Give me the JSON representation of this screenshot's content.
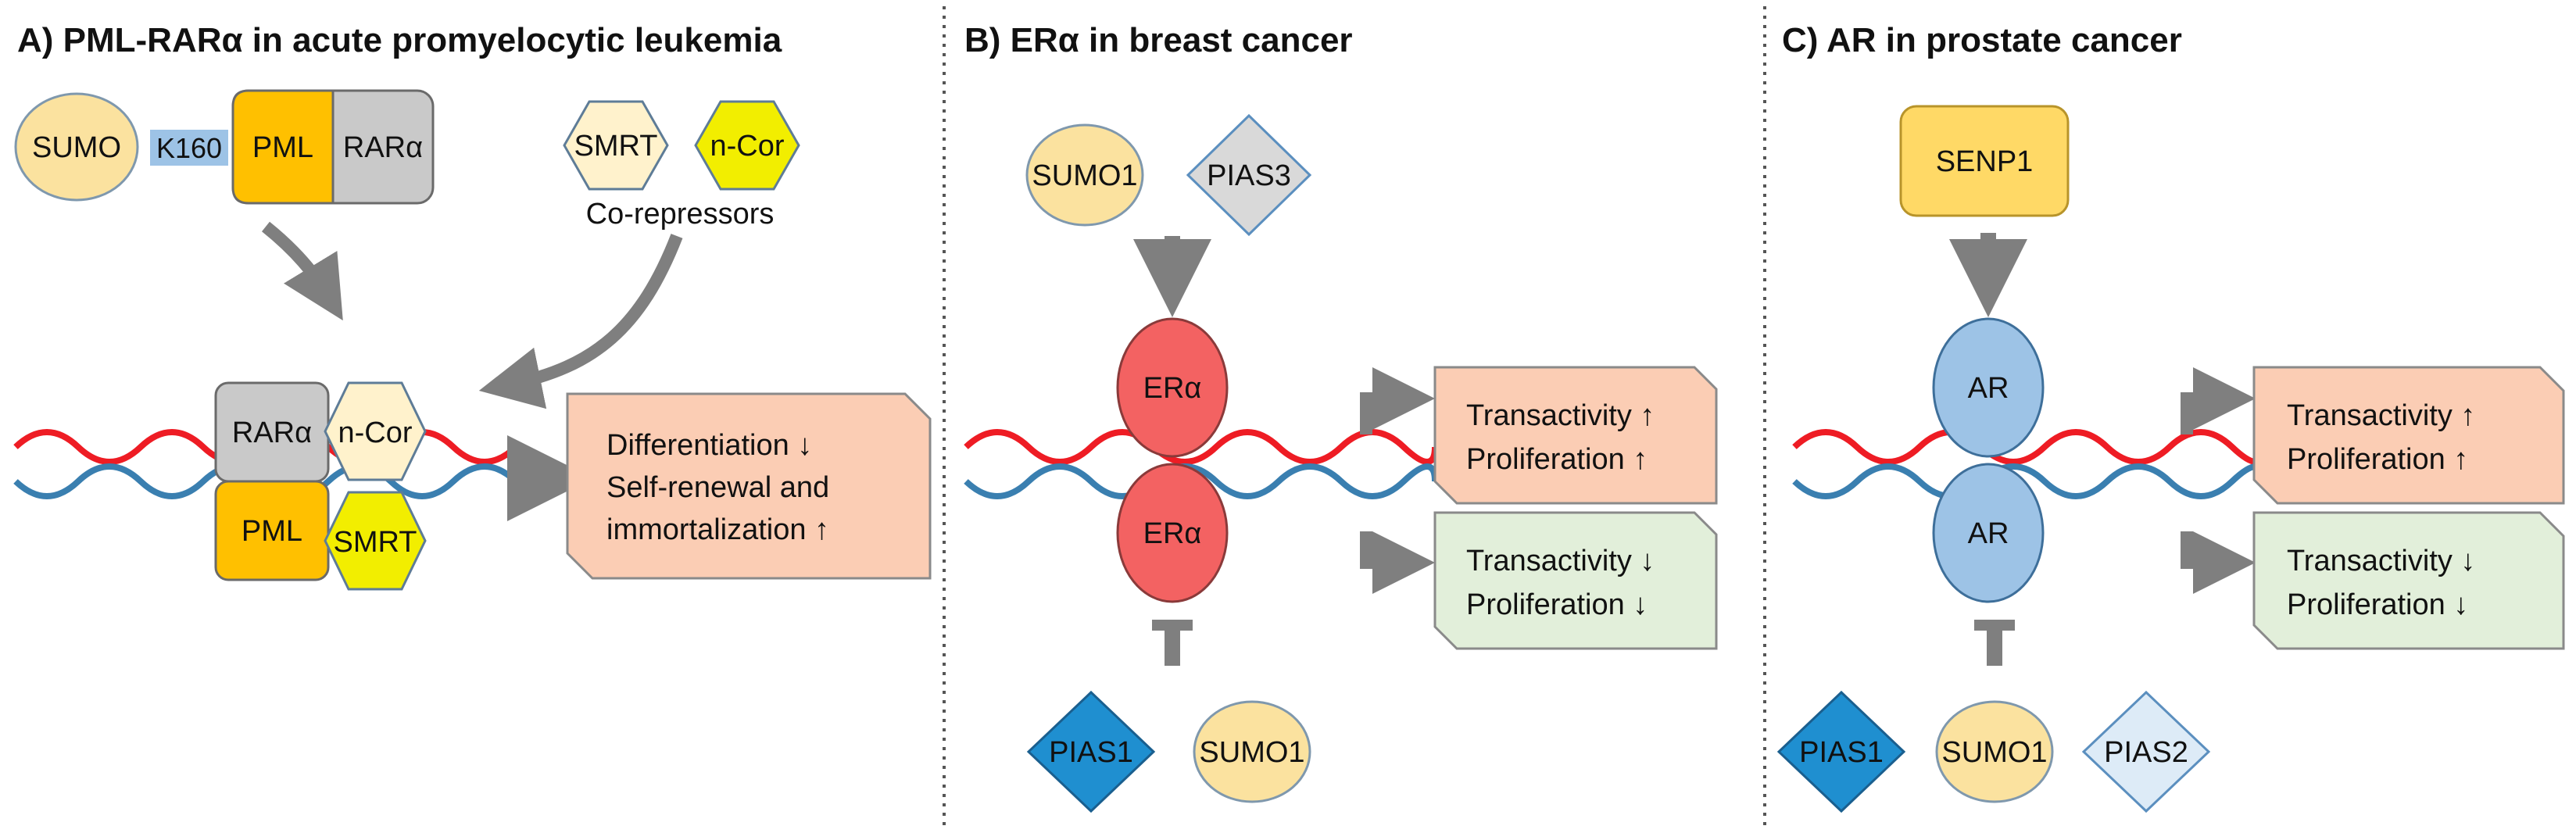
{
  "colors": {
    "sumo": "#fbe29f",
    "pml": "#ffc000",
    "rar": "#c9c9c9",
    "k160": "#9dc3e6",
    "smrt_light": "#fff2cc",
    "ncor_yellow": "#f2ee00",
    "er": "#f36262",
    "ar": "#9dc3e6",
    "senp1": "#ffd966",
    "pias_dark": "#1f8fd0",
    "pias_light": "#ddebf7",
    "pias_gray": "#d9d9d9",
    "up_box": "#fbcdb4",
    "down_box": "#e2efda",
    "dna_red": "#ee1c24",
    "dna_blue": "#3a7fb0",
    "arrow": "#7f7f7f"
  },
  "panel_a": {
    "title": "A) PML-RARα in acute promyelocytic leukemia",
    "sumo": "SUMO",
    "k160": "K160",
    "pml": "PML",
    "rar": "RARα",
    "smrt": "SMRT",
    "ncor": "n-Cor",
    "corepressors": "Co-repressors",
    "complex_rar": "RARα",
    "complex_ncor": "n-Cor",
    "complex_pml": "PML",
    "complex_smrt": "SMRT",
    "outcome_lines": [
      "Differentiation ↓",
      "Self-renewal and",
      "immortalization ↑"
    ]
  },
  "panel_b": {
    "title": "B) ERα in breast cancer",
    "sumo1_top": "SUMO1",
    "pias3": "PIAS3",
    "er_top": "ERα",
    "er_bottom": "ERα",
    "pias1": "PIAS1",
    "sumo1_bottom": "SUMO1",
    "up_lines": [
      "Transactivity ↑",
      "Proliferation ↑"
    ],
    "down_lines": [
      "Transactivity ↓",
      "Proliferation ↓"
    ]
  },
  "panel_c": {
    "title": "C) AR in prostate cancer",
    "senp1": "SENP1",
    "ar_top": "AR",
    "ar_bottom": "AR",
    "pias1": "PIAS1",
    "sumo1": "SUMO1",
    "pias2": "PIAS2",
    "up_lines": [
      "Transactivity ↑",
      "Proliferation ↑"
    ],
    "down_lines": [
      "Transactivity ↓",
      "Proliferation ↓"
    ]
  }
}
